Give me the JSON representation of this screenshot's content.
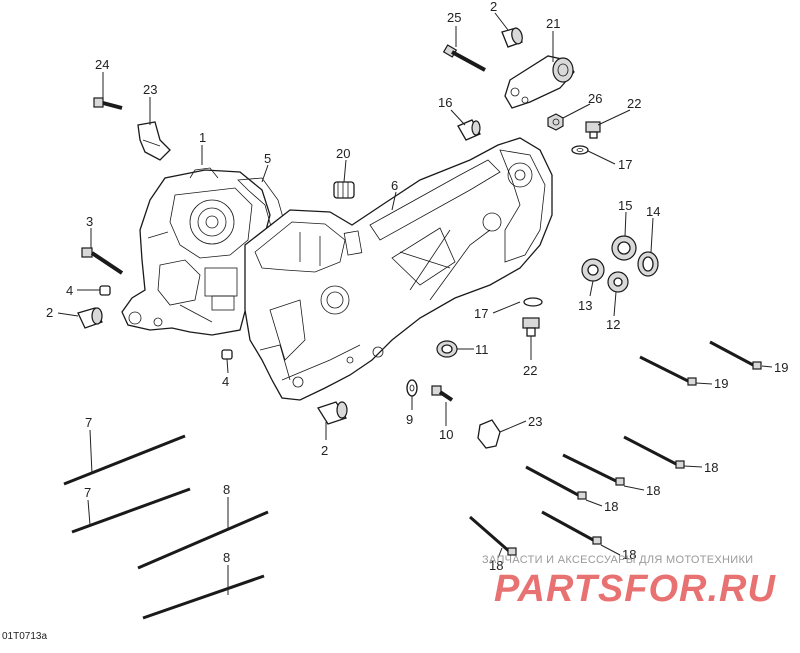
{
  "figure_code": "01T0713a",
  "watermark": {
    "tagline": "ЗАПЧАСТИ И АКСЕССУАРЫ ДЛЯ МОТОТЕХНИКИ",
    "logo": "PARTSFOR.RU"
  },
  "callouts": [
    {
      "id": "c-25",
      "label": "25"
    },
    {
      "id": "c-2a",
      "label": "2"
    },
    {
      "id": "c-21",
      "label": "21"
    },
    {
      "id": "c-24",
      "label": "24"
    },
    {
      "id": "c-23a",
      "label": "23"
    },
    {
      "id": "c-16",
      "label": "16"
    },
    {
      "id": "c-26",
      "label": "26"
    },
    {
      "id": "c-22a",
      "label": "22"
    },
    {
      "id": "c-1",
      "label": "1"
    },
    {
      "id": "c-5",
      "label": "5"
    },
    {
      "id": "c-20",
      "label": "20"
    },
    {
      "id": "c-17a",
      "label": "17"
    },
    {
      "id": "c-6",
      "label": "6"
    },
    {
      "id": "c-3",
      "label": "3"
    },
    {
      "id": "c-15",
      "label": "15"
    },
    {
      "id": "c-14",
      "label": "14"
    },
    {
      "id": "c-4a",
      "label": "4"
    },
    {
      "id": "c-2b",
      "label": "2"
    },
    {
      "id": "c-17b",
      "label": "17"
    },
    {
      "id": "c-13",
      "label": "13"
    },
    {
      "id": "c-12",
      "label": "12"
    },
    {
      "id": "c-11",
      "label": "11"
    },
    {
      "id": "c-22b",
      "label": "22"
    },
    {
      "id": "c-19a",
      "label": "19"
    },
    {
      "id": "c-19b",
      "label": "19"
    },
    {
      "id": "c-4b",
      "label": "4"
    },
    {
      "id": "c-9",
      "label": "9"
    },
    {
      "id": "c-10",
      "label": "10"
    },
    {
      "id": "c-23b",
      "label": "23"
    },
    {
      "id": "c-7a",
      "label": "7"
    },
    {
      "id": "c-2c",
      "label": "2"
    },
    {
      "id": "c-18a",
      "label": "18"
    },
    {
      "id": "c-18b",
      "label": "18"
    },
    {
      "id": "c-7b",
      "label": "7"
    },
    {
      "id": "c-8a",
      "label": "8"
    },
    {
      "id": "c-18c",
      "label": "18"
    },
    {
      "id": "c-8b",
      "label": "8"
    },
    {
      "id": "c-18d",
      "label": "18"
    },
    {
      "id": "c-18e",
      "label": "18"
    }
  ]
}
